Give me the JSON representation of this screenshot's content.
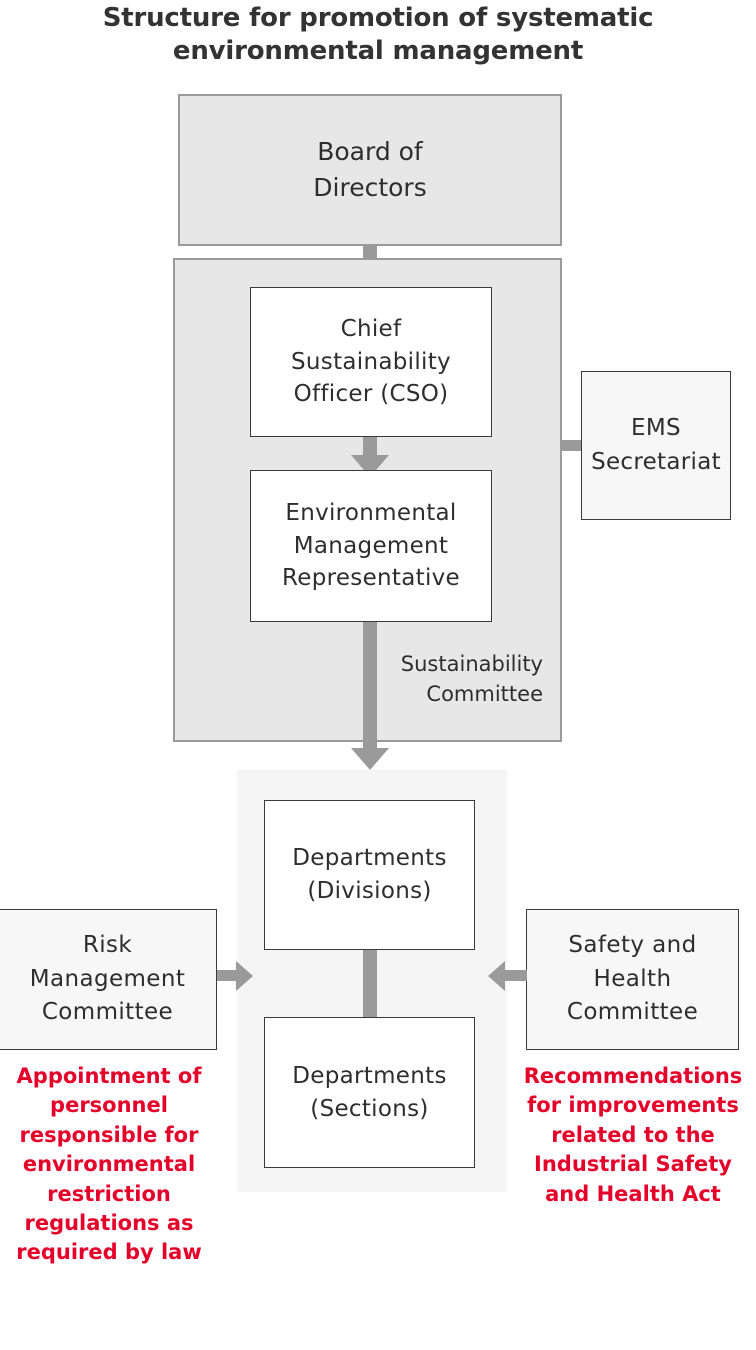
{
  "title": "Structure for promotion of systematic environmental management",
  "nodes": {
    "board": "Board of\nDirectors",
    "cso": "Chief\nSustainability\nOfficer (CSO)",
    "env_rep": "Environmental\nManagement\nRepresentative",
    "sustainability_committee_caption": "Sustainability\nCommittee",
    "ems_secretariat": "EMS\nSecretariat",
    "departments_divisions": "Departments\n(Divisions)",
    "departments_sections": "Departments\n(Sections)",
    "risk_management_committee": "Risk\nManagement\nCommittee",
    "safety_health_committee": "Safety and\nHealth\nCommittee"
  },
  "notes": {
    "left": "Appointment of personnel responsible for environmental restriction regulations as required by law",
    "right": "Recommendations for improvements related to the Industrial Safety and Health Act"
  },
  "colors": {
    "note_red": "#e4022b",
    "connector_grey": "#9a9a9a",
    "fill_grey": "#e7e7e7",
    "fill_light": "#f5f5f5",
    "text_dark": "#2e2e2e",
    "title_dark": "#333333"
  }
}
